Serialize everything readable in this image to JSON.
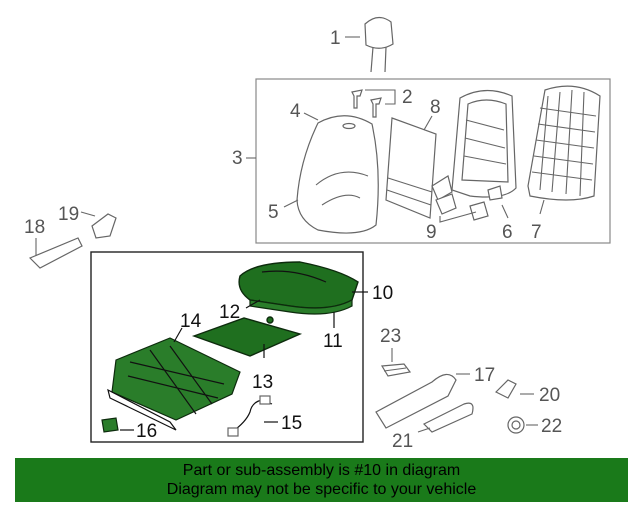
{
  "callouts": {
    "c1": "1",
    "c2": "2",
    "c3": "3",
    "c4": "4",
    "c5": "5",
    "c6": "6",
    "c7": "7",
    "c8": "8",
    "c9": "9",
    "c10": "10",
    "c11": "11",
    "c12": "12",
    "c13": "13",
    "c14": "14",
    "c15": "15",
    "c16": "16",
    "c17": "17",
    "c18": "18",
    "c19": "19",
    "c20": "20",
    "c21": "21",
    "c22": "22",
    "c23": "23"
  },
  "highlighted_part": "10",
  "colors": {
    "highlight": "#1f6f1f",
    "banner": "#1a7a1a",
    "outline": "#666666"
  },
  "banner": {
    "line1": "Part or sub-assembly is #10 in diagram",
    "line2": "Diagram may not be specific to your vehicle"
  }
}
